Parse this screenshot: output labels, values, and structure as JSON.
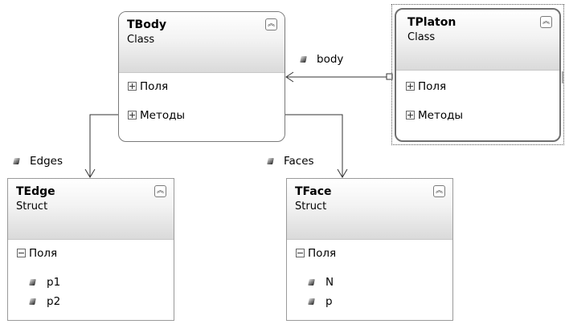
{
  "shapes": {
    "tbody": {
      "title": "TBody",
      "kind": "Class",
      "sections": [
        "Поля",
        "Методы"
      ]
    },
    "tplaton": {
      "title": "TPlaton",
      "kind": "Class",
      "sections": [
        "Поля",
        "Методы"
      ]
    },
    "tedge": {
      "title": "TEdge",
      "kind": "Struct",
      "section": "Поля",
      "fields": [
        "p1",
        "p2"
      ]
    },
    "tface": {
      "title": "TFace",
      "kind": "Struct",
      "section": "Поля",
      "fields": [
        "N",
        "p"
      ]
    }
  },
  "associations": {
    "body": "body",
    "edges": "Edges",
    "faces": "Faces"
  },
  "icons": {
    "collapse": "double-chevron-up-icon",
    "expand": "plus-box-icon",
    "collapse_section": "minus-box-icon",
    "field": "field-gem-icon"
  }
}
